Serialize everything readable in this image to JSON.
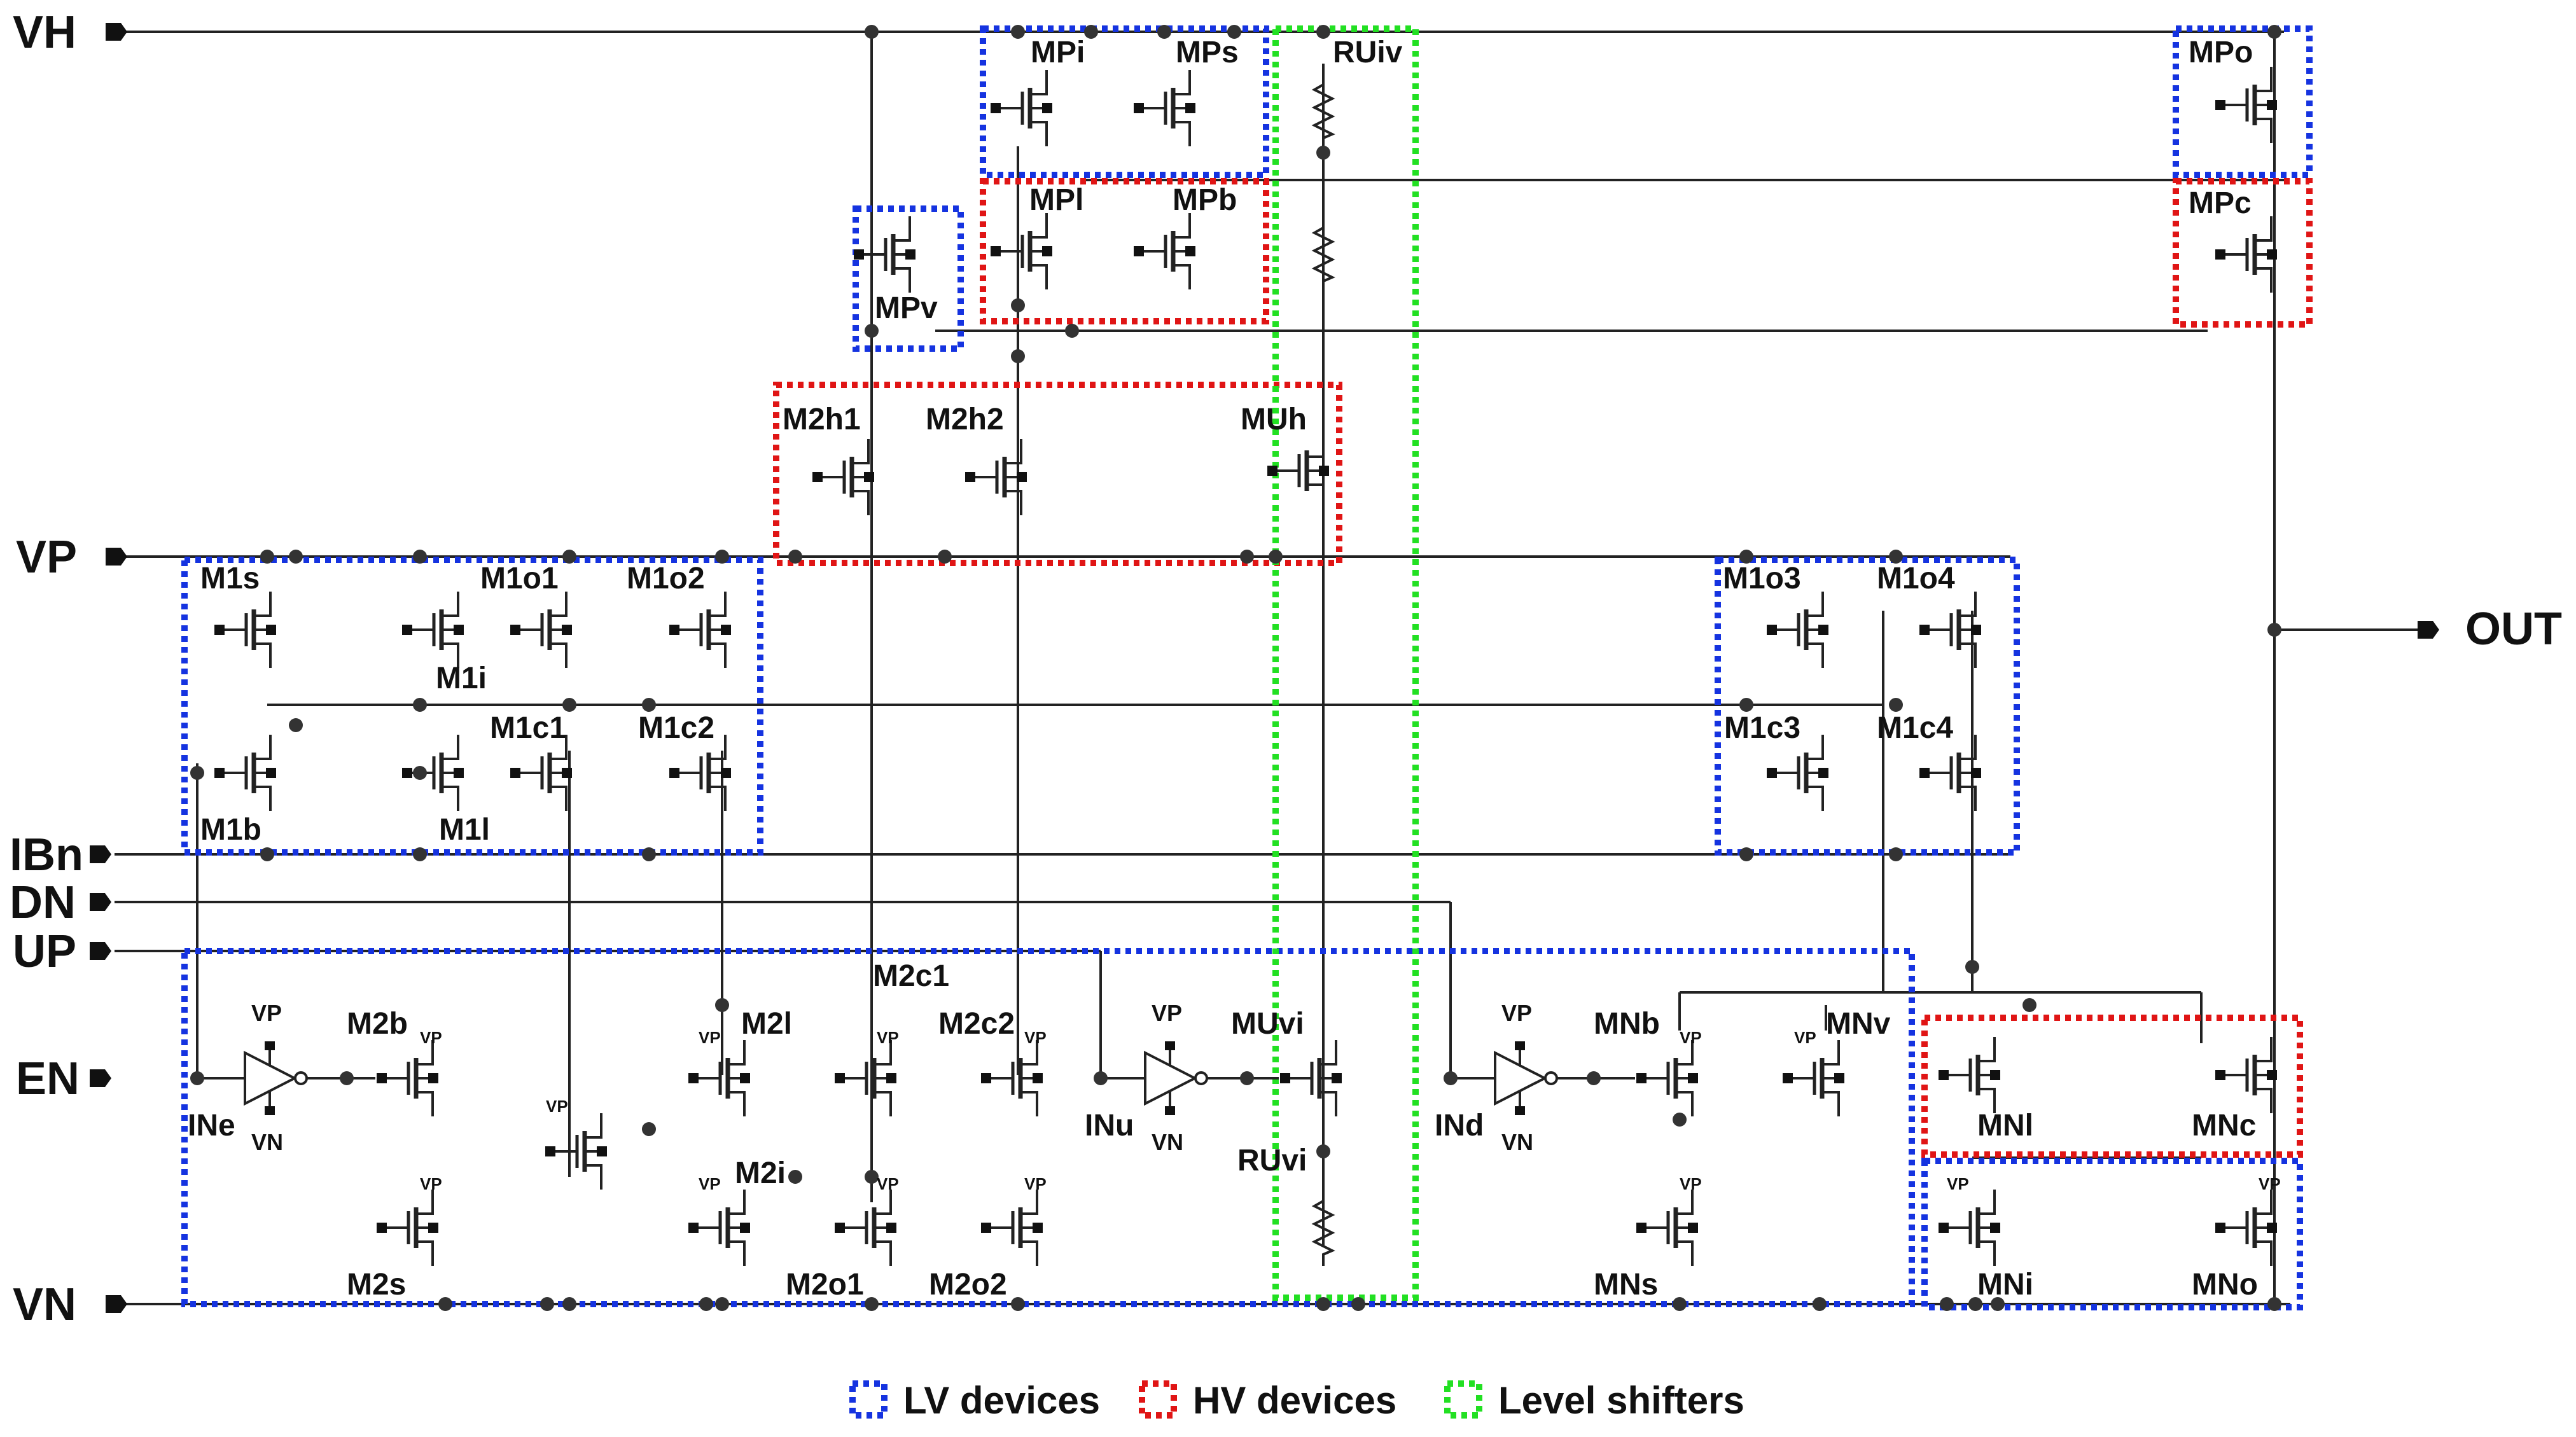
{
  "pins": {
    "vh": "VH",
    "vp": "VP",
    "ibn": "IBn",
    "dn": "DN",
    "up": "UP",
    "en": "EN",
    "vn": "VN",
    "out": "OUT"
  },
  "devices": {
    "mpi": "MPi",
    "mps": "MPs",
    "ruiv": "RUiv",
    "mpo": "MPo",
    "mpl": "MPl",
    "mpb": "MPb",
    "mpc": "MPc",
    "mpv": "MPv",
    "m2h1": "M2h1",
    "m2h2": "M2h2",
    "muh": "MUh",
    "m1s": "M1s",
    "m1o1": "M1o1",
    "m1o2": "M1o2",
    "m1i": "M1i",
    "m1c1": "M1c1",
    "m1c2": "M1c2",
    "m1b": "M1b",
    "m1l": "M1l",
    "m1o3": "M1o3",
    "m1o4": "M1o4",
    "m1c3": "M1c3",
    "m1c4": "M1c4",
    "m2c1": "M2c1",
    "m2b": "M2b",
    "m2l": "M2l",
    "m2c2": "M2c2",
    "m2i": "M2i",
    "m2s": "M2s",
    "m2o1": "M2o1",
    "m2o2": "M2o2",
    "muvi": "MUvi",
    "ruvi": "RUvi",
    "mnb": "MNb",
    "mnv": "MNv",
    "mns": "MNs",
    "mnl": "MNl",
    "mnc": "MNc",
    "mni": "MNi",
    "mno": "MNo"
  },
  "inverters": {
    "ine": "INe",
    "inu": "INu",
    "ind": "INd",
    "supply_top": "VP",
    "supply_bottom": "VN"
  },
  "local_supply": "VP",
  "legend": [
    {
      "label": "LV devices",
      "color": "#1533e0"
    },
    {
      "label": "HV devices",
      "color": "#e01515"
    },
    {
      "label": "Level shifters",
      "color": "#22e022"
    }
  ]
}
